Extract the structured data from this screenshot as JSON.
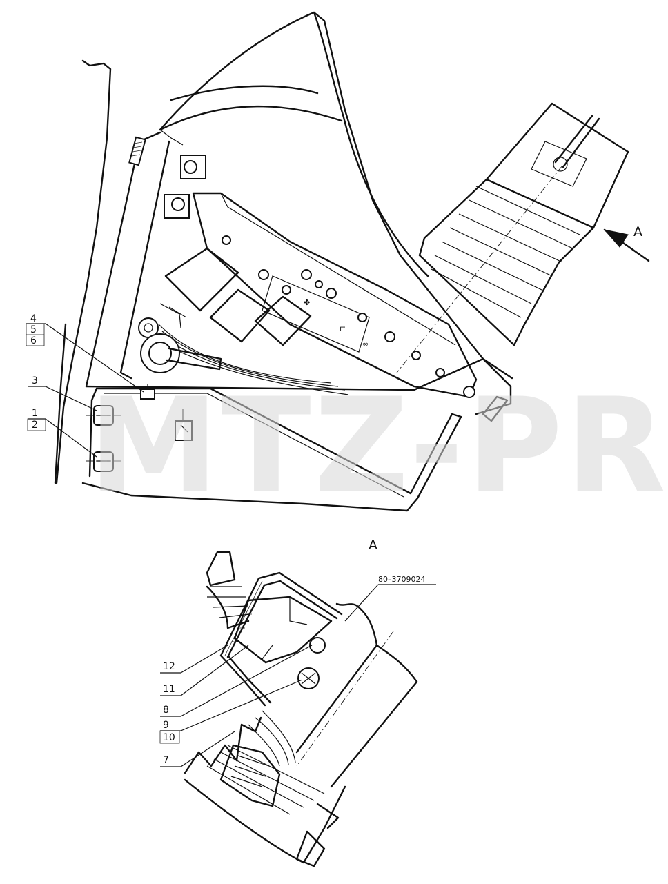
{
  "watermark": "MTZ-PRO",
  "view_marker": "A",
  "view_title": "A",
  "part_number": "80–3709024",
  "callouts_main": {
    "stack_upper": [
      "4",
      "5",
      "6"
    ],
    "single": "3",
    "stack_lower": [
      "1",
      "2"
    ]
  },
  "callouts_view": {
    "c12": "12",
    "c11": "11",
    "c8": "8",
    "stack": [
      "9",
      "10"
    ],
    "c7": "7"
  },
  "colors": {
    "line": "#111111",
    "watermark": "#d8d8d8",
    "background": "#ffffff"
  }
}
